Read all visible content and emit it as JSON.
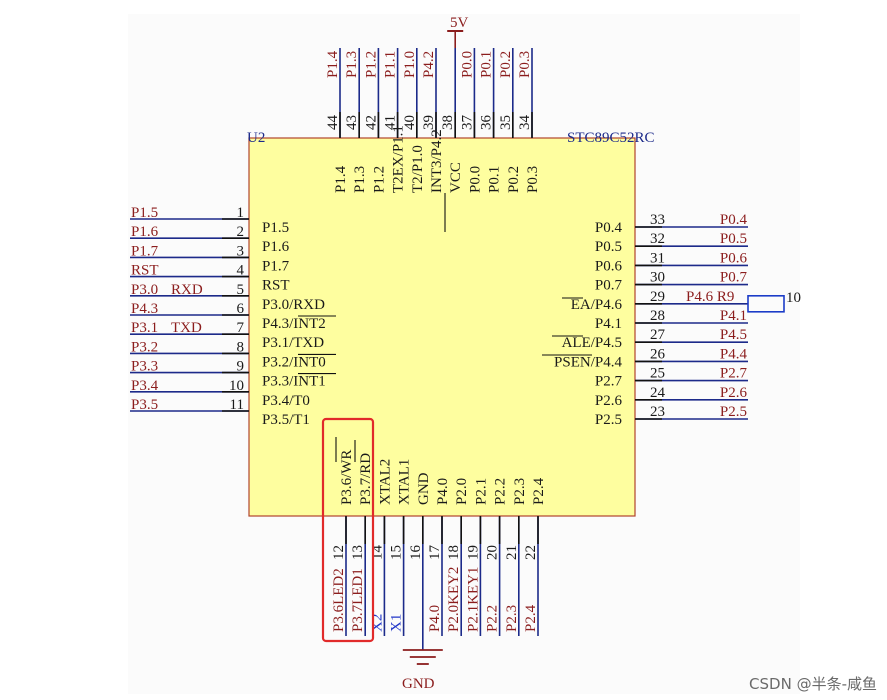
{
  "supply": {
    "vcc": "5V",
    "gnd": "GND"
  },
  "chip": {
    "ref": "U2",
    "part": "STC89C52RC",
    "top_pins": [
      {
        "num": "44",
        "name": "P1.4",
        "net": "P1.4"
      },
      {
        "num": "43",
        "name": "P1.3",
        "net": "P1.3"
      },
      {
        "num": "42",
        "name": "P1.2",
        "net": "P1.2"
      },
      {
        "num": "41",
        "name": "T2EX/P1.1",
        "net": "P1.1"
      },
      {
        "num": "40",
        "name": "T2/P1.0",
        "net": "P1.0"
      },
      {
        "num": "39",
        "name": "INT3/P4.2",
        "net": "P4.2"
      },
      {
        "num": "38",
        "name": "VCC",
        "net": ""
      },
      {
        "num": "37",
        "name": "P0.0",
        "net": "P0.0"
      },
      {
        "num": "36",
        "name": "P0.1",
        "net": "P0.1"
      },
      {
        "num": "35",
        "name": "P0.2",
        "net": "P0.2"
      },
      {
        "num": "34",
        "name": "P0.3",
        "net": "P0.3"
      }
    ],
    "left_pins": [
      {
        "num": "1",
        "name": "P1.5",
        "net": "P1.5",
        "extra": ""
      },
      {
        "num": "2",
        "name": "P1.6",
        "net": "P1.6",
        "extra": ""
      },
      {
        "num": "3",
        "name": "P1.7",
        "net": "P1.7",
        "extra": ""
      },
      {
        "num": "4",
        "name": "RST",
        "net": "RST",
        "extra": ""
      },
      {
        "num": "5",
        "name": "P3.0/RXD",
        "net": "P3.0",
        "extra": "RXD"
      },
      {
        "num": "6",
        "name": "P4.3/INT2",
        "net": "P4.3",
        "extra": ""
      },
      {
        "num": "7",
        "name": "P3.1/TXD",
        "net": "P3.1",
        "extra": "TXD"
      },
      {
        "num": "8",
        "name": "P3.2/INT0",
        "net": "P3.2",
        "extra": ""
      },
      {
        "num": "9",
        "name": "P3.3/INT1",
        "net": "P3.3",
        "extra": ""
      },
      {
        "num": "10",
        "name": "P3.4/T0",
        "net": "P3.4",
        "extra": ""
      },
      {
        "num": "11",
        "name": "P3.5/T1",
        "net": "P3.5",
        "extra": ""
      }
    ],
    "right_pins": [
      {
        "num": "33",
        "name": "P0.4",
        "net": "P0.4"
      },
      {
        "num": "32",
        "name": "P0.5",
        "net": "P0.5"
      },
      {
        "num": "31",
        "name": "P0.6",
        "net": "P0.6"
      },
      {
        "num": "30",
        "name": "P0.7",
        "net": "P0.7"
      },
      {
        "num": "29",
        "name": "EA/P4.6",
        "net": "P4.6 R9"
      },
      {
        "num": "28",
        "name": "P4.1",
        "net": "P4.1"
      },
      {
        "num": "27",
        "name": "ALE/P4.5",
        "net": "P4.5"
      },
      {
        "num": "26",
        "name": "PSEN/P4.4",
        "net": "P4.4"
      },
      {
        "num": "25",
        "name": "P2.7",
        "net": "P2.7"
      },
      {
        "num": "24",
        "name": "P2.6",
        "net": "P2.6"
      },
      {
        "num": "23",
        "name": "P2.5",
        "net": "P2.5"
      }
    ],
    "bottom_pins": [
      {
        "num": "12",
        "name": "P3.6/WR",
        "net": "P3.6LED2"
      },
      {
        "num": "13",
        "name": "P3.7/RD",
        "net": "P3.7LED1"
      },
      {
        "num": "14",
        "name": "XTAL2",
        "net": "X2"
      },
      {
        "num": "15",
        "name": "XTAL1",
        "net": "X1"
      },
      {
        "num": "16",
        "name": "GND",
        "net": ""
      },
      {
        "num": "17",
        "name": "P4.0",
        "net": "P4.0"
      },
      {
        "num": "18",
        "name": "P2.0",
        "net": "P2.0KEY2"
      },
      {
        "num": "19",
        "name": "P2.1",
        "net": "P2.1KEY1"
      },
      {
        "num": "20",
        "name": "P2.2",
        "net": "P2.2"
      },
      {
        "num": "21",
        "name": "P2.3",
        "net": "P2.3"
      },
      {
        "num": "22",
        "name": "P2.4",
        "net": "P2.4"
      }
    ]
  },
  "resistor": {
    "label": "10"
  },
  "colors": {
    "chip_fill": "#fefe9f",
    "chip_border": "#b1442d",
    "pin_text": "#1a1a1a",
    "net_label": "#8b1d1d",
    "wire": "#1c2a8a",
    "highlight": "#e12a2a",
    "resistor": "#1c3cc8",
    "x_label": "#2136c8"
  },
  "watermark": "CSDN @半条-咸鱼"
}
